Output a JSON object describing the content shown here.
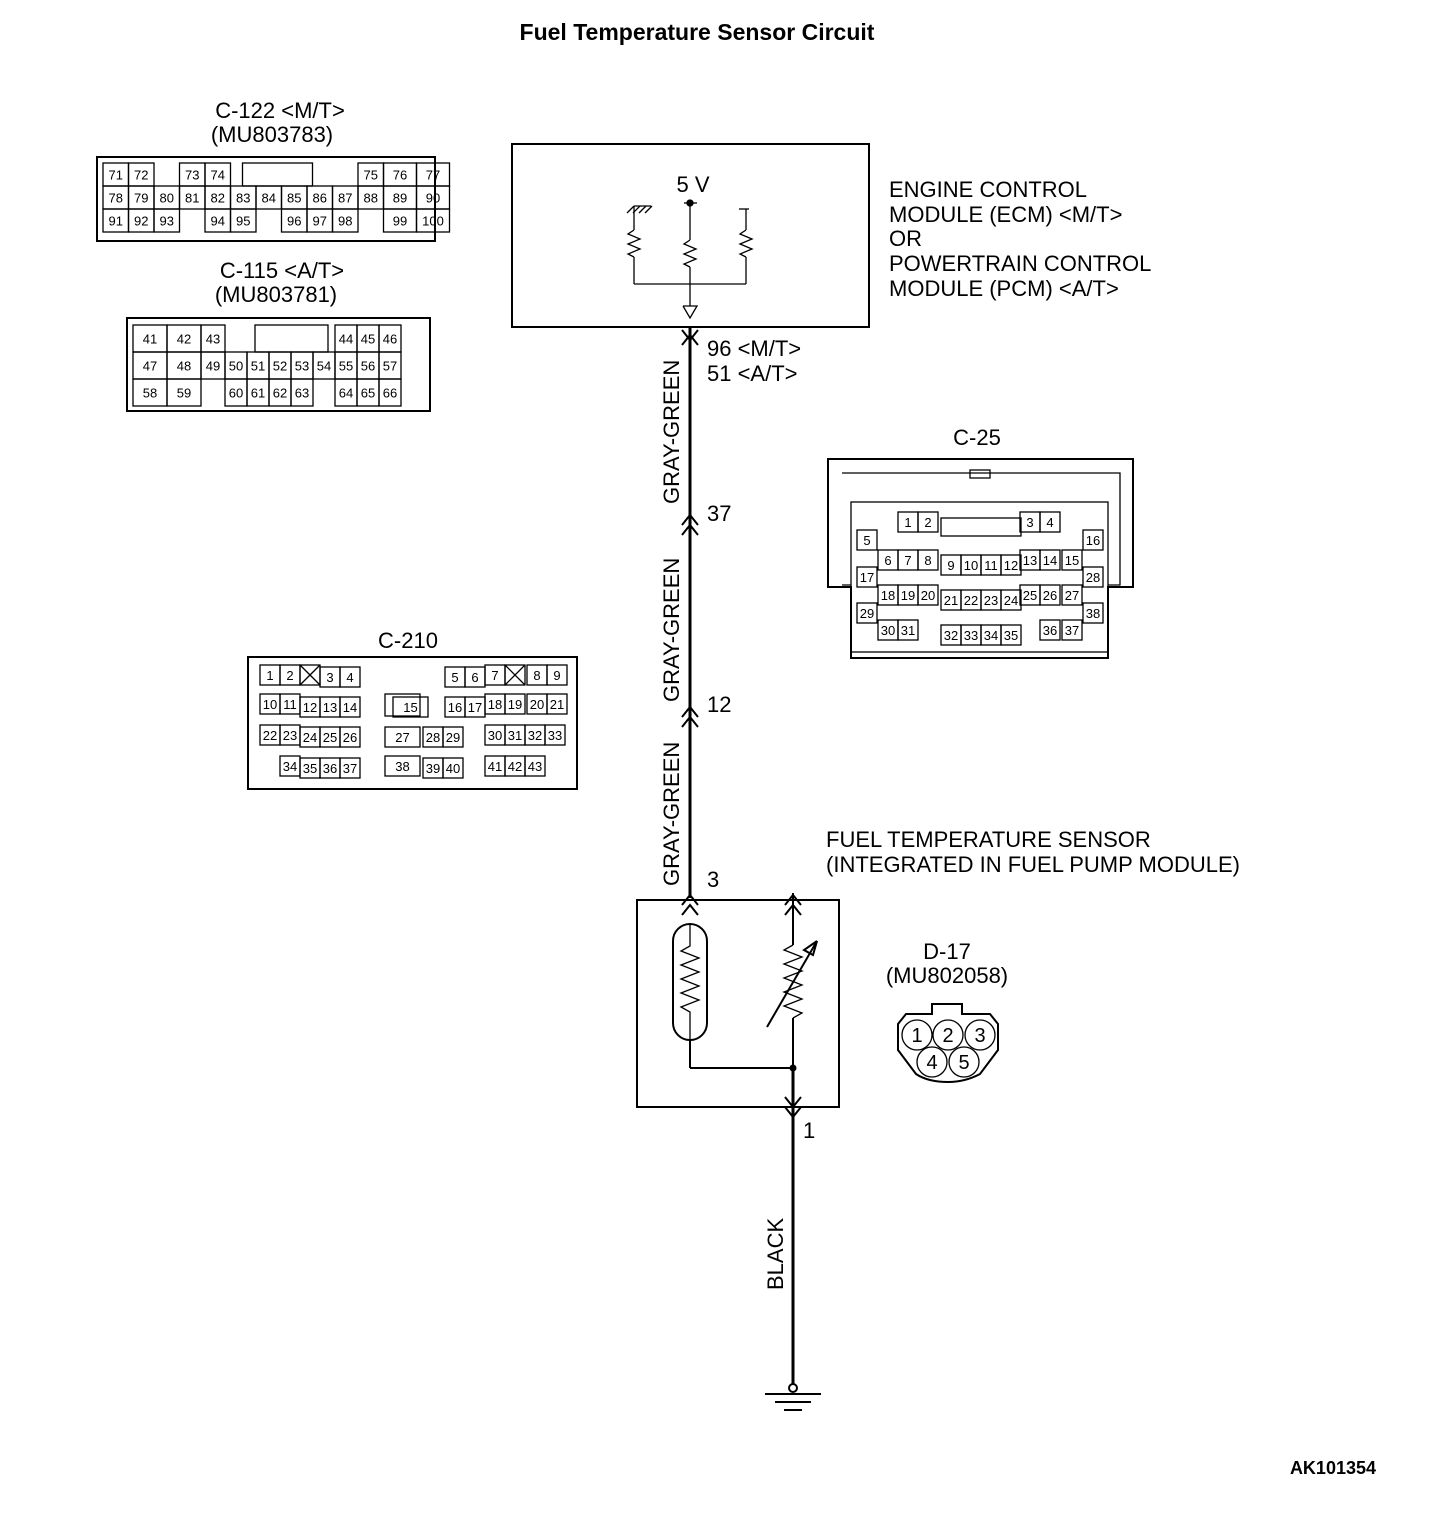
{
  "title": "Fuel Temperature Sensor Circuit",
  "figure_id": "AK101354",
  "ecm": {
    "voltage": "5 V",
    "name_lines": [
      "ENGINE CONTROL",
      "MODULE (ECM) <M/T>",
      "OR",
      "POWERTRAIN CONTROL",
      "MODULE (PCM) <A/T>"
    ],
    "terminal_mt": "96 <M/T>",
    "terminal_at": "51 <A/T>"
  },
  "wires": [
    {
      "id": "w1",
      "color_label": "GRAY-GREEN"
    },
    {
      "id": "w2",
      "color_label": "GRAY-GREEN"
    },
    {
      "id": "w3",
      "color_label": "GRAY-GREEN"
    },
    {
      "id": "w4",
      "color_label": "BLACK"
    }
  ],
  "junctions": {
    "j1": "37",
    "j2": "12",
    "sensor_in": "3",
    "sensor_out": "1"
  },
  "sensor": {
    "name_lines": [
      "FUEL TEMPERATURE SENSOR",
      "(INTEGRATED IN FUEL PUMP MODULE)"
    ]
  },
  "connectors": {
    "c122": {
      "name": "C-122 <M/T>",
      "part": "(MU803783)",
      "rows": [
        [
          "71",
          "72",
          "",
          "73",
          "74",
          "",
          "",
          "",
          "",
          "",
          "75",
          "76",
          "77"
        ],
        [
          "78",
          "79",
          "80",
          "81",
          "82",
          "83",
          "84",
          "85",
          "86",
          "87",
          "88",
          "89",
          "90"
        ],
        [
          "91",
          "92",
          "93",
          "",
          "94",
          "95",
          "",
          "96",
          "97",
          "98",
          "",
          "99",
          "100"
        ]
      ]
    },
    "c115": {
      "name": "C-115 <A/T>",
      "part": "(MU803781)",
      "rows": [
        [
          "41",
          "42",
          "43",
          "",
          "",
          "",
          "",
          "",
          "44",
          "45",
          "46"
        ],
        [
          "47",
          "48",
          "49",
          "50",
          "51",
          "52",
          "53",
          "54",
          "55",
          "56",
          "57"
        ],
        [
          "58",
          "59",
          "",
          "60",
          "61",
          "62",
          "63",
          "",
          "64",
          "65",
          "66"
        ]
      ]
    },
    "c25": {
      "name": "C-25",
      "pins": [
        "1",
        "2",
        "3",
        "4",
        "5",
        "6",
        "7",
        "8",
        "9",
        "10",
        "11",
        "12",
        "13",
        "14",
        "15",
        "16",
        "17",
        "18",
        "19",
        "20",
        "21",
        "22",
        "23",
        "24",
        "25",
        "26",
        "27",
        "28",
        "29",
        "30",
        "31",
        "32",
        "33",
        "34",
        "35",
        "36",
        "37",
        "38"
      ]
    },
    "c210": {
      "name": "C-210",
      "pins": [
        "1",
        "2",
        "3",
        "4",
        "5",
        "6",
        "7",
        "8",
        "9",
        "10",
        "11",
        "12",
        "13",
        "14",
        "15",
        "16",
        "17",
        "18",
        "19",
        "20",
        "21",
        "22",
        "23",
        "24",
        "25",
        "26",
        "27",
        "28",
        "29",
        "30",
        "31",
        "32",
        "33",
        "34",
        "35",
        "36",
        "37",
        "38",
        "39",
        "40",
        "41",
        "42",
        "43"
      ]
    },
    "d17": {
      "name": "D-17",
      "part": "(MU802058)",
      "pins": [
        "1",
        "2",
        "3",
        "4",
        "5"
      ]
    }
  }
}
